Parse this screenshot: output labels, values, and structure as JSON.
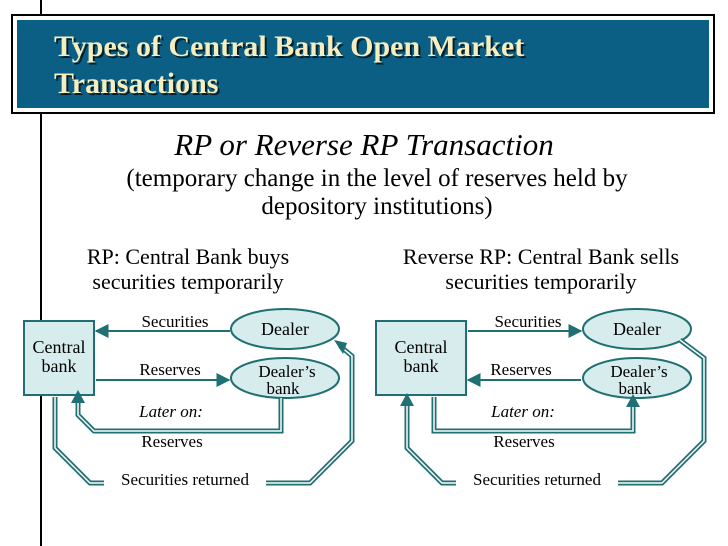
{
  "slide": {
    "title_line1": "Types of Central Bank Open Market",
    "title_line2": "Transactions",
    "subtitle": "RP or Reverse RP Transaction",
    "description_line1": "(temporary change in the level of reserves held by",
    "description_line2": "depository institutions)"
  },
  "panels": [
    {
      "heading_line1": "RP: Central Bank buys",
      "heading_line2": "securities temporarily",
      "central_bank_line1": "Central",
      "central_bank_line2": "bank",
      "dealer": "Dealer",
      "dealers_bank_line1": "Dealer’s",
      "dealers_bank_line2": "bank",
      "label_securities": "Securities",
      "label_reserves": "Reserves",
      "label_later": "Later on:",
      "label_reserves_later": "Reserves",
      "label_securities_returned": "Securities returned"
    },
    {
      "heading_line1": "Reverse RP: Central Bank sells",
      "heading_line2": "securities temporarily",
      "central_bank_line1": "Central",
      "central_bank_line2": "bank",
      "dealer": "Dealer",
      "dealers_bank_line1": "Dealer’s",
      "dealers_bank_line2": "bank",
      "label_securities": "Securities",
      "label_reserves": "Reserves",
      "label_later": "Later on:",
      "label_reserves_later": "Reserves",
      "label_securities_returned": "Securities returned"
    }
  ],
  "colors": {
    "title_bar": "#0c5f84",
    "title_text": "#f4eec0",
    "node_fill": "#d7ecec",
    "node_stroke": "#1f6f73"
  }
}
